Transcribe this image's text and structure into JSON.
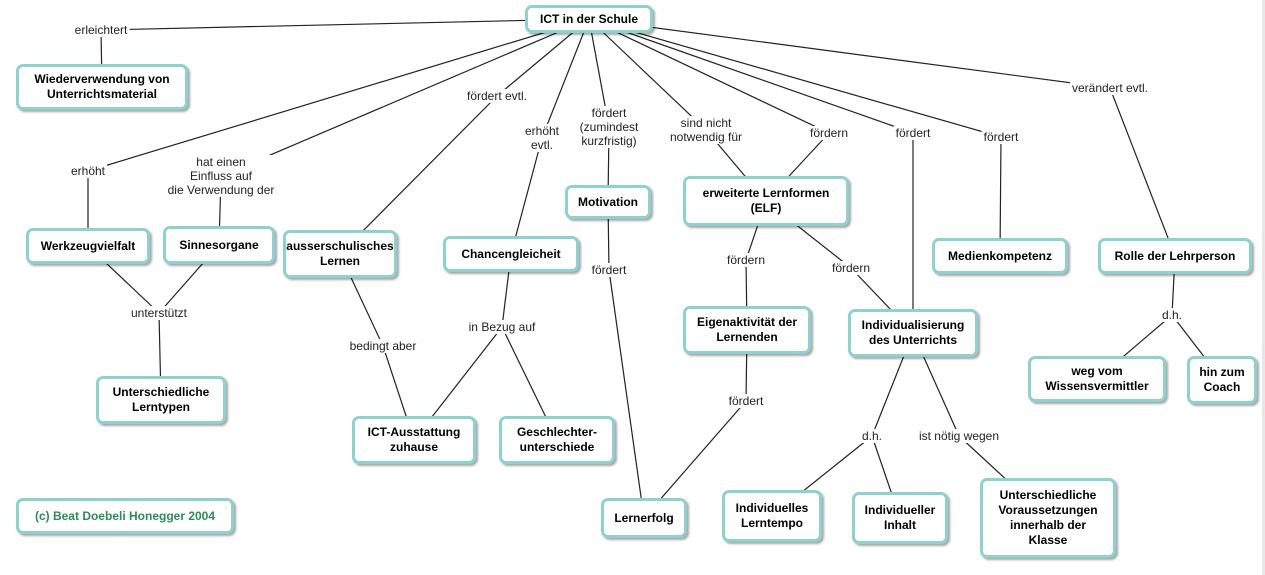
{
  "colors": {
    "node_border": "#8fd0d0",
    "line": "#222222",
    "credit_text": "#2e8b57"
  },
  "nodes": {
    "ict": "ICT in der Schule",
    "wieder": "Wiederverwendung von\nUnterrichtsmaterial",
    "werkzeug": "Werkzeugvielfalt",
    "sinnes": "Sinnesorgane",
    "ausser": "ausserschulisches\nLernen",
    "chancen": "Chancengleicheit",
    "motivation": "Motivation",
    "elf": "erweiterte Lernformen\n(ELF)",
    "medien": "Medienkompetenz",
    "rolle": "Rolle der Lehrperson",
    "lerntypen": "Unterschiedliche\nLerntypen",
    "ausstattung": "ICT-Ausstattung\nzuhause",
    "geschlechter": "Geschlechter-\nunterschiede",
    "eigen": "Eigenaktivität der\nLernenden",
    "indiv": "Individualisierung\ndes Unterrichts",
    "wissens": "weg vom\nWissensvermittler",
    "coach": "hin zum\nCoach",
    "lernerfolg": "Lernerfolg",
    "tempo": "Individuelles\nLerntempo",
    "inhalt": "Individueller\nInhalt",
    "voraus": "Unterschiedliche\nVoraussetzungen\ninnerhalb der\nKlasse",
    "credit": "(c) Beat Doebeli Honegger 2004"
  },
  "labels": {
    "erleichtert": "erleichtert",
    "erhoeht": "erhöht",
    "einfluss": "hat einen\nEinfluss auf\ndie Verwendung der",
    "foerdert_evtl": "fördert evtl.",
    "erhoeht_evtl": "erhöht\nevtl.",
    "foerdert_kurz": "fördert\n(zumindest\nkurzfristig)",
    "nicht_notwendig": "sind nicht\nnotwendig für",
    "foerdern_elf": "fördern",
    "foerdert_indiv": "fördert",
    "foerdert_medien": "fördert",
    "veraendert": "verändert evtl.",
    "unterstuetzt": "unterstützt",
    "bedingt": "bedingt aber",
    "bezug": "in Bezug auf",
    "foerdert_motiv": "fördert",
    "foerdern_eigen": "fördern",
    "foerdern_indiv2": "fördern",
    "foerdert_eigen": "fördert",
    "dh_rolle": "d.h.",
    "dh_indiv": "d.h.",
    "noetig": "ist nötig wegen"
  },
  "edges": [
    [
      "ict",
      "erleichtert"
    ],
    [
      "erleichtert",
      "wieder"
    ],
    [
      "ict",
      "erhoeht"
    ],
    [
      "erhoeht",
      "werkzeug"
    ],
    [
      "ict",
      "einfluss"
    ],
    [
      "einfluss",
      "sinnes"
    ],
    [
      "ict",
      "foerdert_evtl"
    ],
    [
      "foerdert_evtl",
      "ausser"
    ],
    [
      "ict",
      "erhoeht_evtl"
    ],
    [
      "erhoeht_evtl",
      "chancen"
    ],
    [
      "ict",
      "foerdert_kurz"
    ],
    [
      "foerdert_kurz",
      "motivation"
    ],
    [
      "ict",
      "nicht_notwendig"
    ],
    [
      "nicht_notwendig",
      "elf"
    ],
    [
      "ict",
      "foerdern_elf"
    ],
    [
      "foerdern_elf",
      "elf"
    ],
    [
      "ict",
      "foerdert_indiv"
    ],
    [
      "foerdert_indiv",
      "indiv"
    ],
    [
      "ict",
      "foerdert_medien"
    ],
    [
      "foerdert_medien",
      "medien"
    ],
    [
      "ict",
      "veraendert"
    ],
    [
      "veraendert",
      "rolle"
    ],
    [
      "werkzeug",
      "unterstuetzt"
    ],
    [
      "sinnes",
      "unterstuetzt"
    ],
    [
      "unterstuetzt",
      "lerntypen"
    ],
    [
      "ausser",
      "bedingt"
    ],
    [
      "bedingt",
      "ausstattung"
    ],
    [
      "chancen",
      "bezug"
    ],
    [
      "bezug",
      "ausstattung"
    ],
    [
      "bezug",
      "geschlechter"
    ],
    [
      "motivation",
      "foerdert_motiv"
    ],
    [
      "foerdert_motiv",
      "lernerfolg"
    ],
    [
      "elf",
      "foerdern_eigen"
    ],
    [
      "foerdern_eigen",
      "eigen"
    ],
    [
      "elf",
      "foerdern_indiv2"
    ],
    [
      "foerdern_indiv2",
      "indiv"
    ],
    [
      "eigen",
      "foerdert_eigen"
    ],
    [
      "foerdert_eigen",
      "lernerfolg"
    ],
    [
      "rolle",
      "dh_rolle"
    ],
    [
      "dh_rolle",
      "wissens"
    ],
    [
      "dh_rolle",
      "coach"
    ],
    [
      "indiv",
      "dh_indiv"
    ],
    [
      "dh_indiv",
      "tempo"
    ],
    [
      "dh_indiv",
      "inhalt"
    ],
    [
      "indiv",
      "noetig"
    ],
    [
      "noetig",
      "voraus"
    ]
  ]
}
